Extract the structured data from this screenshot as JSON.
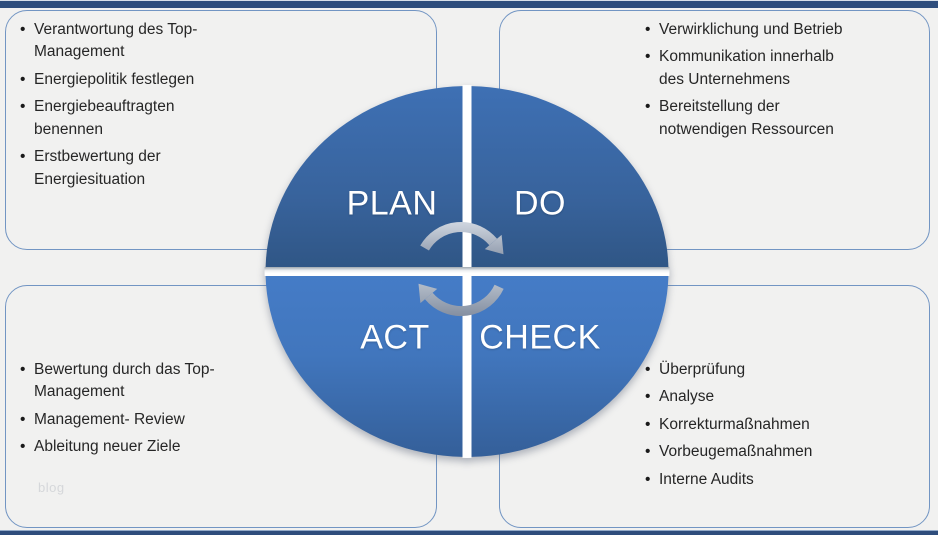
{
  "colors": {
    "background": "#f1f1f0",
    "bar_navy": "#2e4d7c",
    "box_border": "#7295c3",
    "quadrant_top_light": "#3e70b4",
    "quadrant_top_dark": "#2f5584",
    "quadrant_bottom_light": "#457cc7",
    "quadrant_bottom_dark": "#345f99",
    "arrow_silver": "#9aa5b5",
    "label_text": "#ffffff",
    "body_text": "#262626"
  },
  "cycle": {
    "plan_label": "PLAN",
    "do_label": "DO",
    "act_label": "ACT",
    "check_label": "CHECK",
    "arrows_icon": "clockwise-cycle-arrows"
  },
  "boxes": {
    "top_left": {
      "items": [
        "Verantwortung des Top-Management",
        "Energiepolitik festlegen",
        "Energiebeauftragten benennen",
        "Erstbewertung der Energiesituation"
      ]
    },
    "top_right": {
      "items": [
        "Verwirklichung und Betrieb",
        "Kommunikation innerhalb des Unternehmens",
        "Bereitstellung der notwendigen Ressourcen"
      ]
    },
    "bottom_left": {
      "items": [
        "Bewertung durch das Top-Management",
        "Management- Review",
        "Ableitung neuer Ziele"
      ]
    },
    "bottom_right": {
      "items": [
        "Überprüfung",
        "Analyse",
        "Korrekturmaßnahmen",
        "Vorbeugemaßnahmen",
        "Interne Audits"
      ]
    }
  },
  "watermark": {
    "text": "blog"
  }
}
